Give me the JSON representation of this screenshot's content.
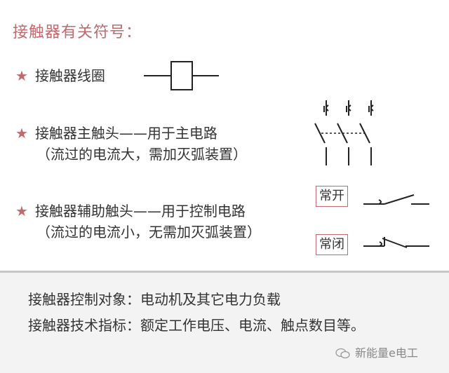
{
  "title": "接触器有关符号：",
  "items": [
    {
      "star": "★",
      "line1": "接触器线圈",
      "line2": ""
    },
    {
      "star": "★",
      "line1": "接触器主触头——用于主电路",
      "line2": "（流过的电流大，需加灭弧装置）"
    },
    {
      "star": "★",
      "line1": "接触器辅助触头——用于控制电路",
      "line2": "（流过的电流小，无需加灭弧装置）"
    }
  ],
  "labels": {
    "normally_open": "常开",
    "normally_closed": "常闭"
  },
  "notes": [
    "接触器控制对象：电动机及其它电力负载",
    "接触器技术指标：额定工作电压、电流、触点数目等。"
  ],
  "watermark": "新能量e电工",
  "colors": {
    "accent": "#c06a6e",
    "text": "#333333",
    "footer_bg": "#f3f3f3"
  }
}
